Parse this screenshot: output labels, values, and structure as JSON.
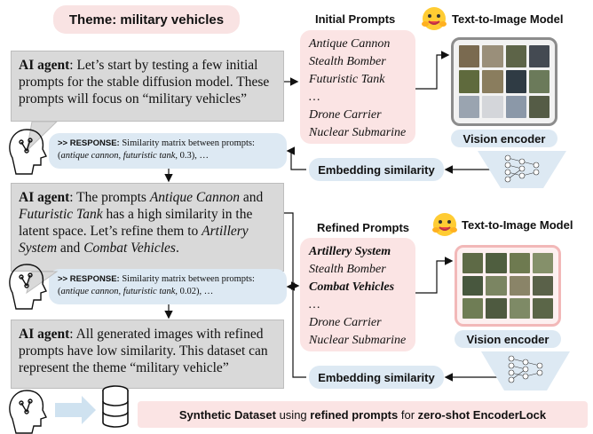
{
  "theme": "Theme: military vehicles",
  "agent1": {
    "label": "AI agent",
    "text_a": ": Let’s start by testing a few initial prompts for the stable diffusion model. These prompts will focus on “military vehicles”"
  },
  "response1": {
    "tag": ">> RESPONSE:",
    "text": " Similarity matrix between prompts: (",
    "pair": "antique cannon, futuristic tank",
    "tail": ", 0.3), …"
  },
  "agent2": {
    "label": "AI agent",
    "t1": ": The prompts ",
    "i1": "Antique Cannon",
    "t2": " and ",
    "i2": "Futuristic Tank",
    "t3": " has a high similarity in the latent space. Let’s refine them to ",
    "i3": "Artillery System",
    "t4": " and ",
    "i4": "Combat Vehicles",
    "t5": "."
  },
  "response2": {
    "tag": ">> RESPONSE:",
    "text": " Similarity matrix between prompts: (",
    "pair": "antique cannon, futuristic tank",
    "tail": ", 0.02), …"
  },
  "agent3": {
    "label": "AI agent",
    "text": ": All generated images with refined prompts have low similarity. This dataset can represent the theme “military vehicle”"
  },
  "initial_prompts": {
    "title": "Initial  Prompts",
    "items": [
      "Antique Cannon",
      "Stealth Bomber",
      "Futuristic Tank",
      "…",
      "Drone Carrier",
      "Nuclear Submarine"
    ]
  },
  "refined_prompts": {
    "title": "Refined  Prompts",
    "items": [
      "Artillery System",
      "Stealth Bomber",
      "Combat Vehicles",
      "…",
      "Drone Carrier",
      "Nuclear Submarine"
    ],
    "bold": [
      true,
      false,
      true,
      false,
      false,
      false
    ]
  },
  "t2i_model_label": "Text-to-Image Model",
  "vision_encoder_label": "Vision encoder",
  "embedding_similarity_label": "Embedding similarity",
  "dataset": {
    "p1": "Synthetic Dataset",
    "p2": " using ",
    "p3": "refined prompts",
    "p4": " for ",
    "p5": "zero-shot EncoderLock"
  },
  "colors": {
    "pink": "#fbe4e4",
    "blue": "#dde9f3",
    "gray": "#d9d9d9",
    "image_grid_frame_initial": "#8c8c8c",
    "image_grid_frame_refined": "#f2b8b8"
  },
  "icons": [
    "hugging-face-icon",
    "ai-brain-head-icon",
    "database-icon",
    "neural-network-icon"
  ]
}
